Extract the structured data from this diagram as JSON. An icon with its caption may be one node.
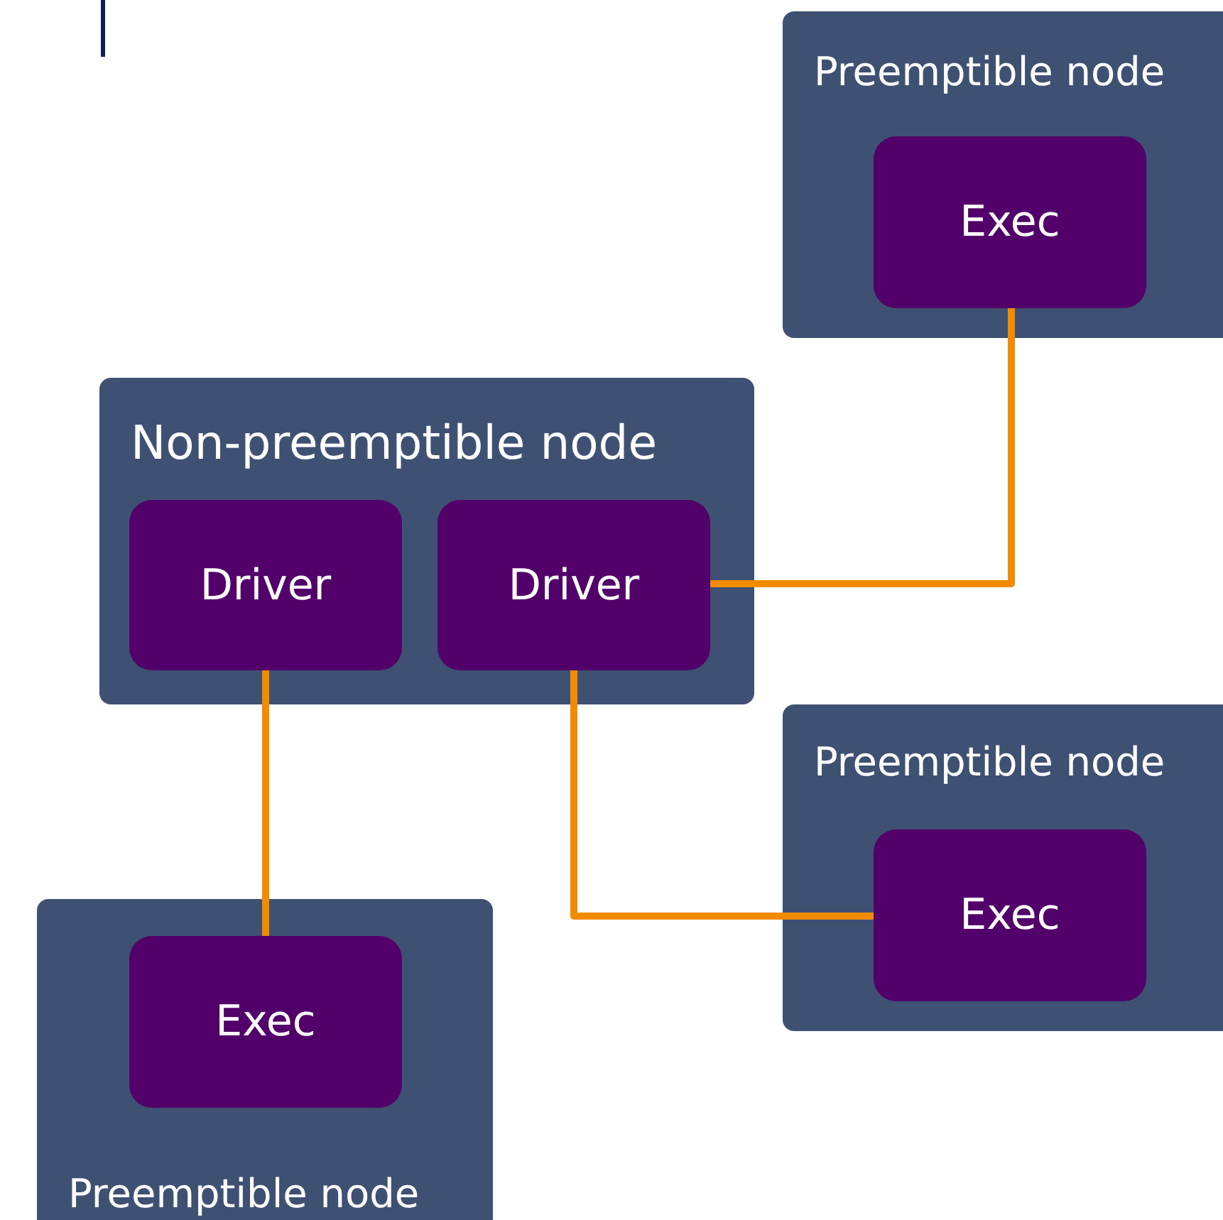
{
  "diagram": {
    "nodes": [
      {
        "text": [
          "Preemptible node"
        ]
      },
      {
        "text": [
          "Exec"
        ],
        "in": 0
      },
      {
        "text": [
          "Non-preemptible node"
        ]
      },
      {
        "text": [
          "Driver"
        ],
        "in": 2
      },
      {
        "text": [
          "Driver"
        ],
        "in": 2
      },
      {
        "text": [
          "Preemptible node"
        ]
      },
      {
        "text": [
          "Exec"
        ],
        "in": 5
      },
      {
        "text": [
          "Preemptible node"
        ]
      },
      {
        "text": [
          "Exec"
        ],
        "in": 7
      }
    ],
    "edges": [
      {
        "from": 4,
        "to": 1,
        "arrow": "none"
      },
      {
        "from": 3,
        "to": 8,
        "arrow": "none"
      },
      {
        "from": 4,
        "to": 6,
        "arrow": "none"
      }
    ]
  }
}
